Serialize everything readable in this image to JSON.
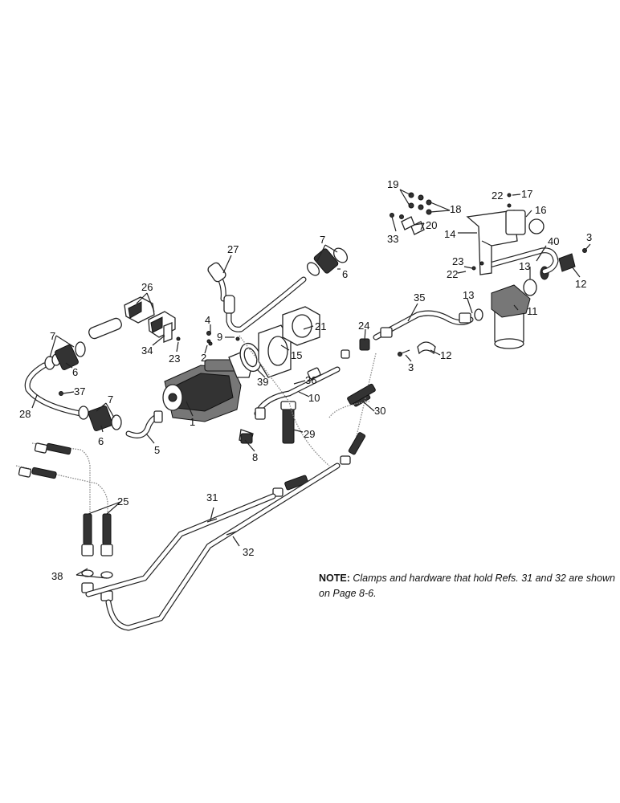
{
  "diagram": {
    "callouts": [
      {
        "id": "c1",
        "label": "1"
      },
      {
        "id": "c2",
        "label": "2"
      },
      {
        "id": "c3a",
        "label": "3"
      },
      {
        "id": "c3b",
        "label": "3"
      },
      {
        "id": "c4",
        "label": "4"
      },
      {
        "id": "c5",
        "label": "5"
      },
      {
        "id": "c6a",
        "label": "6"
      },
      {
        "id": "c6b",
        "label": "6"
      },
      {
        "id": "c6c",
        "label": "6"
      },
      {
        "id": "c7a",
        "label": "7"
      },
      {
        "id": "c7b",
        "label": "7"
      },
      {
        "id": "c7c",
        "label": "7"
      },
      {
        "id": "c8",
        "label": "8"
      },
      {
        "id": "c9",
        "label": "9"
      },
      {
        "id": "c10",
        "label": "10"
      },
      {
        "id": "c11",
        "label": "11"
      },
      {
        "id": "c12a",
        "label": "12"
      },
      {
        "id": "c12b",
        "label": "12"
      },
      {
        "id": "c13a",
        "label": "13"
      },
      {
        "id": "c13b",
        "label": "13"
      },
      {
        "id": "c14",
        "label": "14"
      },
      {
        "id": "c15",
        "label": "15"
      },
      {
        "id": "c16",
        "label": "16"
      },
      {
        "id": "c17",
        "label": "17"
      },
      {
        "id": "c18",
        "label": "18"
      },
      {
        "id": "c19",
        "label": "19"
      },
      {
        "id": "c20",
        "label": "20"
      },
      {
        "id": "c21",
        "label": "21"
      },
      {
        "id": "c22a",
        "label": "22"
      },
      {
        "id": "c22b",
        "label": "22"
      },
      {
        "id": "c23a",
        "label": "23"
      },
      {
        "id": "c23b",
        "label": "23"
      },
      {
        "id": "c24",
        "label": "24"
      },
      {
        "id": "c25",
        "label": "25"
      },
      {
        "id": "c26",
        "label": "26"
      },
      {
        "id": "c27",
        "label": "27"
      },
      {
        "id": "c28",
        "label": "28"
      },
      {
        "id": "c29",
        "label": "29"
      },
      {
        "id": "c30",
        "label": "30"
      },
      {
        "id": "c31",
        "label": "31"
      },
      {
        "id": "c32",
        "label": "32"
      },
      {
        "id": "c33",
        "label": "33"
      },
      {
        "id": "c34",
        "label": "34"
      },
      {
        "id": "c35",
        "label": "35"
      },
      {
        "id": "c36",
        "label": "36"
      },
      {
        "id": "c37",
        "label": "37"
      },
      {
        "id": "c38",
        "label": "38"
      },
      {
        "id": "c39",
        "label": "39"
      },
      {
        "id": "c40",
        "label": "40"
      }
    ]
  },
  "note": {
    "prefix": "NOTE:",
    "text": "Clamps and hardware that hold Refs. 31 and 32 are shown on Page 8-6."
  }
}
